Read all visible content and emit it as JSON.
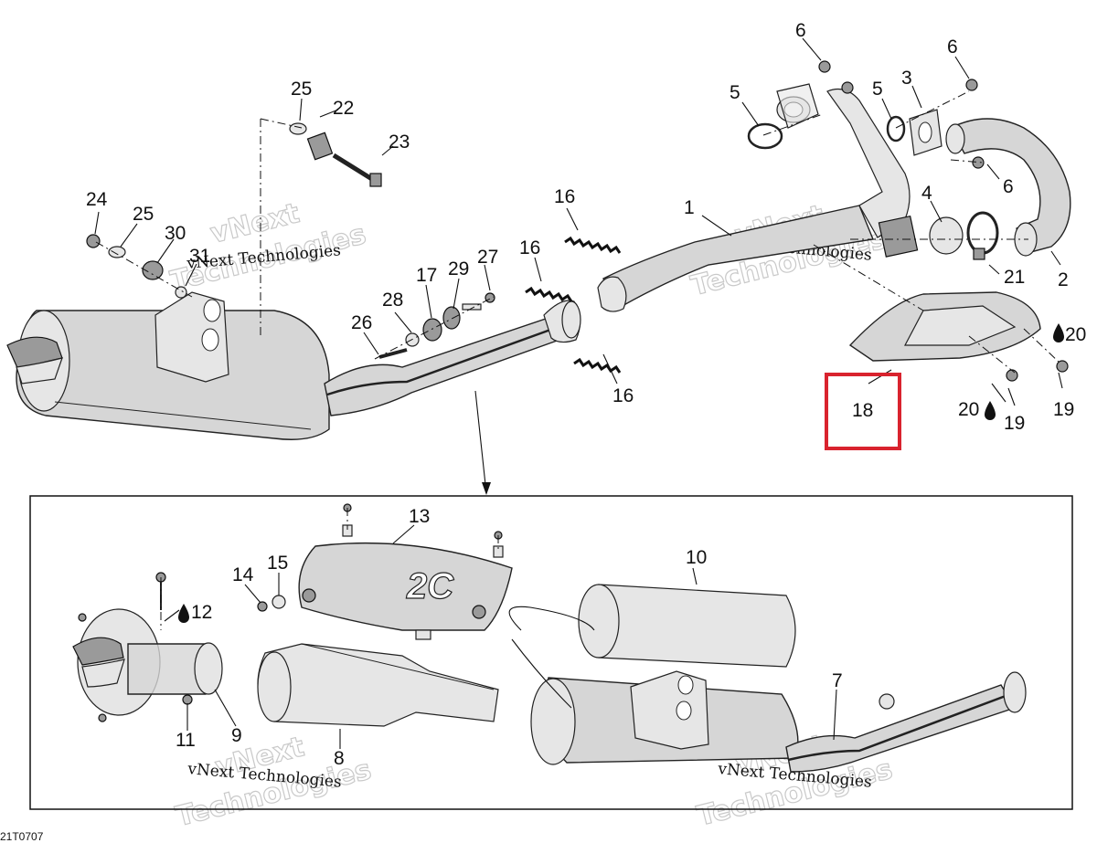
{
  "diagram": {
    "callouts": {
      "c1": "1",
      "c2": "2",
      "c3": "3",
      "c4": "4",
      "c5a": "5",
      "c5b": "5",
      "c6a": "6",
      "c6b": "6",
      "c6c": "6",
      "c7": "7",
      "c8": "8",
      "c9": "9",
      "c10": "10",
      "c11": "11",
      "c12": "12",
      "c13": "13",
      "c14": "14",
      "c15": "15",
      "c16a": "16",
      "c16b": "16",
      "c16c": "16",
      "c17": "17",
      "c18": "18",
      "c19a": "19",
      "c19b": "19",
      "c20a": "20",
      "c20b": "20",
      "c21": "21",
      "c22": "22",
      "c23": "23",
      "c24": "24",
      "c25a": "25",
      "c25b": "25",
      "c26": "26",
      "c27": "27",
      "c28": "28",
      "c29": "29",
      "c30": "30",
      "c31": "31"
    },
    "highlighted_callout": "18",
    "highlight_color": "#d9232e",
    "drawing_code": "21T0707",
    "watermark": {
      "line1": "vNext",
      "line2": "vNext Technologies",
      "line3": "Technologies"
    }
  }
}
